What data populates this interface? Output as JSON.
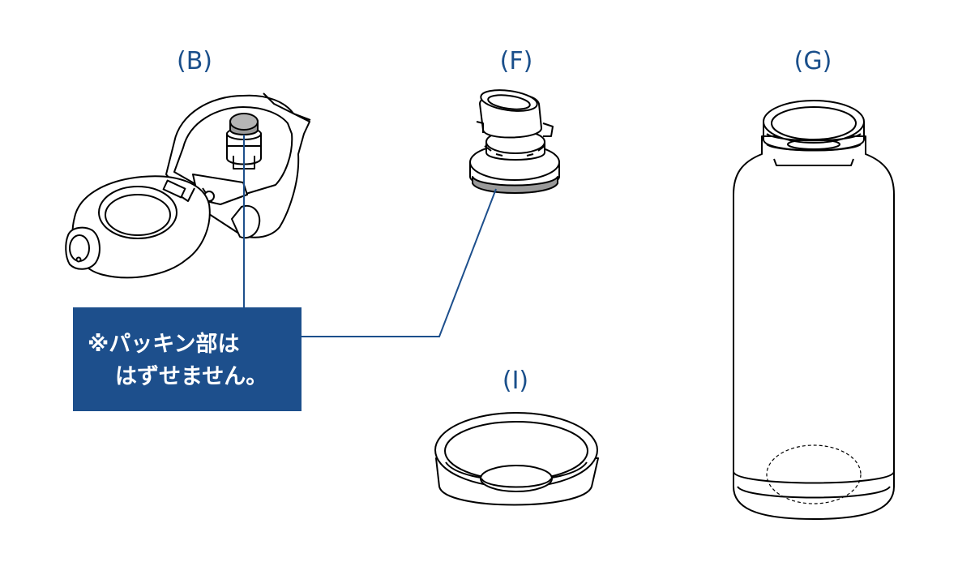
{
  "labels": {
    "b": "(B)",
    "f": "(F)",
    "g": "(G)",
    "i": "(I)"
  },
  "note": {
    "line1": "※パッキン部は",
    "line2": "はずせません。"
  },
  "colors": {
    "accent": "#1d4f8c",
    "label_text": "#1a4f8b",
    "packing_gray": "#9a9a9a"
  }
}
